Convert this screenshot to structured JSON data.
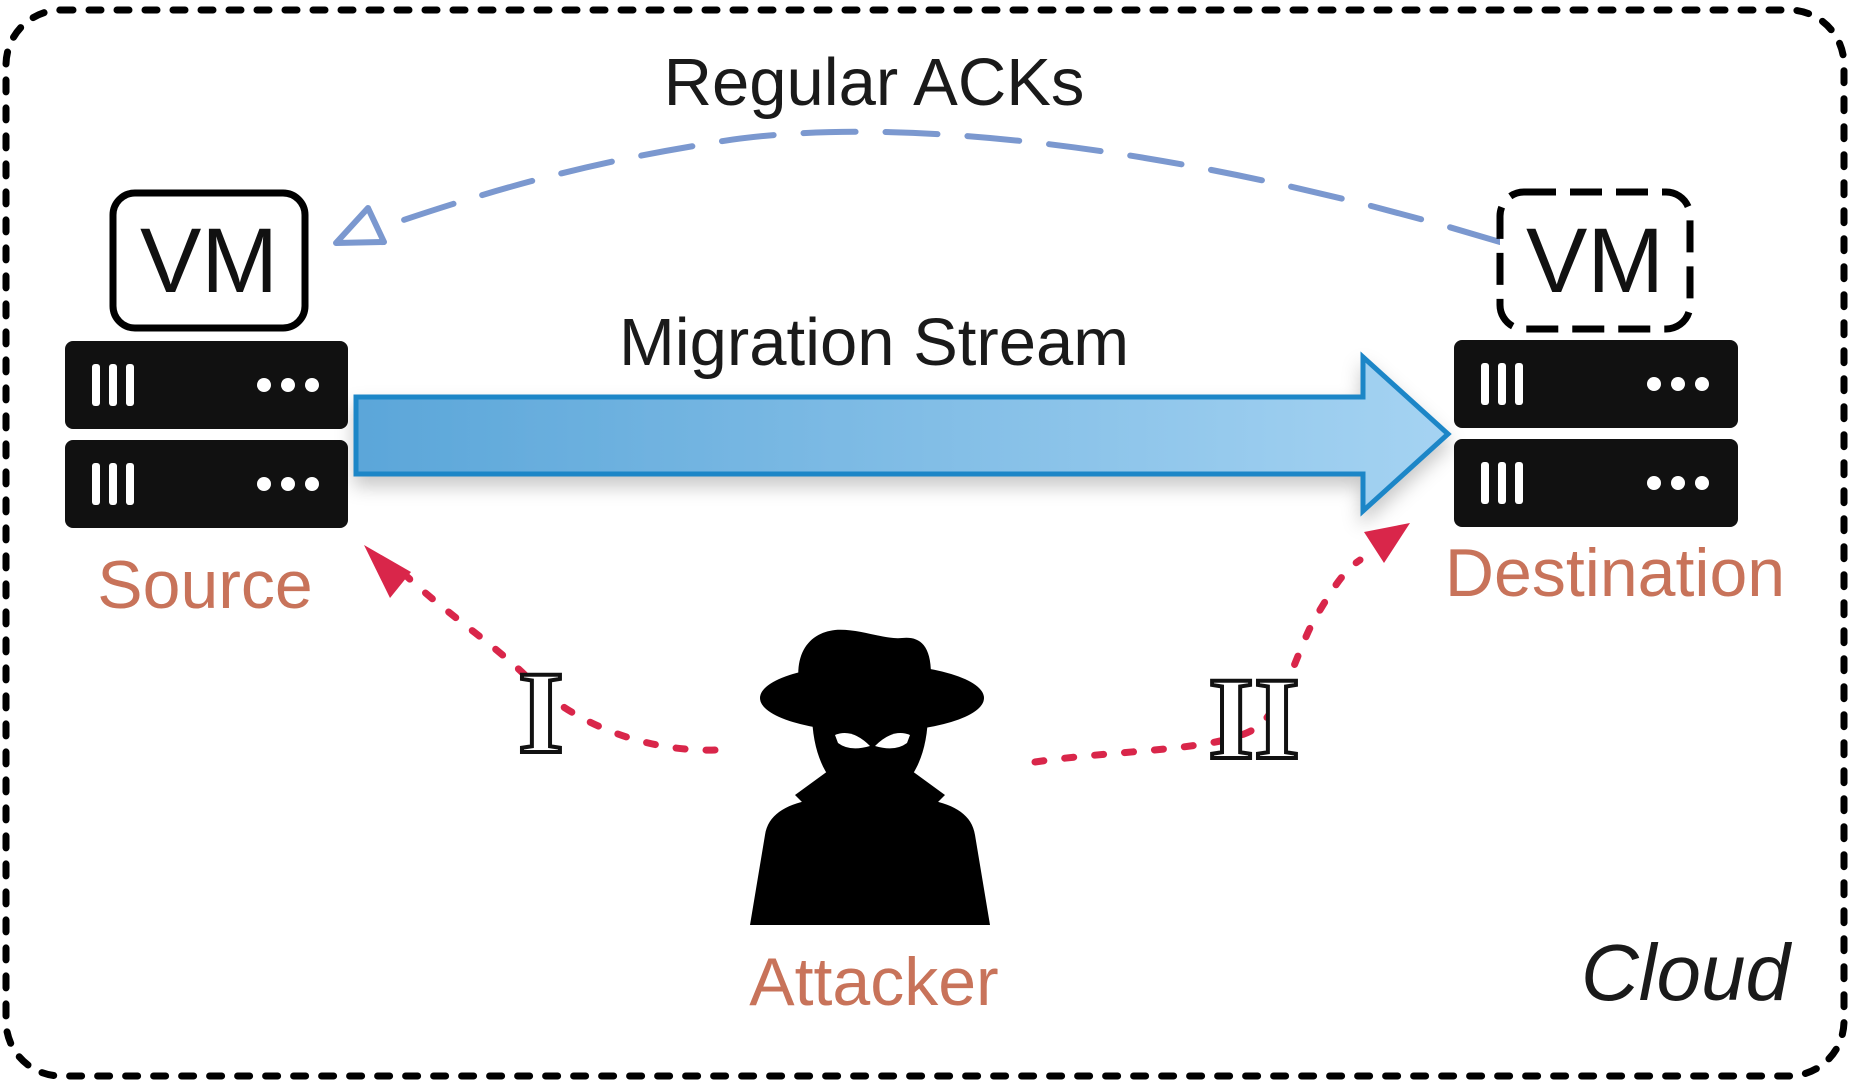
{
  "labels": {
    "regular_acks": "Regular ACKs",
    "migration_stream": "Migration Stream",
    "source_vm": "VM",
    "destination_vm": "VM",
    "source": "Source",
    "destination": "Destination",
    "attacker": "Attacker",
    "cloud": "Cloud",
    "attack_one": "I",
    "attack_two": "II"
  },
  "colors": {
    "text": "#1a1a1a",
    "node_label": "#c8735a",
    "ack_arrow": "#7b98cf",
    "stream_fill_start": "#5ba6d9",
    "stream_fill_end": "#a5d3f2",
    "stream_border": "#1f86c7",
    "attack_arrow": "#d9264a",
    "server": "#111111"
  },
  "icons": {
    "source_server": "server-rack-icon",
    "destination_server": "server-rack-icon",
    "attacker": "spy-icon"
  }
}
